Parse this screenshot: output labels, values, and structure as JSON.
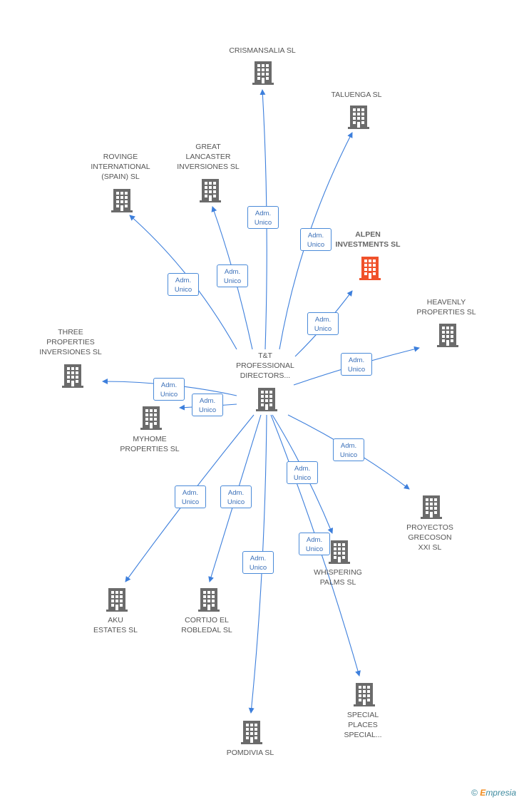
{
  "center": {
    "label": "T&T\nPROFESSIONAL\nDIRECTORS..."
  },
  "edge_label": "Adm.\nUnico",
  "nodes": [
    {
      "id": "crismansalia",
      "label": "CRISMANSALIA SL",
      "highlight": false
    },
    {
      "id": "taluenga",
      "label": "TALUENGA SL",
      "highlight": false
    },
    {
      "id": "great-lancaster",
      "label": "GREAT\nLANCASTER\nINVERSIONES SL",
      "highlight": false
    },
    {
      "id": "rovinge",
      "label": "ROVINGE\nINTERNATIONAL\n(SPAIN) SL",
      "highlight": false
    },
    {
      "id": "alpen",
      "label": "ALPEN\nINVESTMENTS SL",
      "highlight": true
    },
    {
      "id": "heavenly",
      "label": "HEAVENLY\nPROPERTIES SL",
      "highlight": false
    },
    {
      "id": "three-properties",
      "label": "THREE\nPROPERTIES\nINVERSIONES SL",
      "highlight": false
    },
    {
      "id": "myhome",
      "label": "MYHOME\nPROPERTIES SL",
      "highlight": false
    },
    {
      "id": "proyectos",
      "label": "PROYECTOS\nGRECOSON\nXXI SL",
      "highlight": false
    },
    {
      "id": "whispering",
      "label": "WHISPERING\nPALMS SL",
      "highlight": false
    },
    {
      "id": "aku",
      "label": "AKU\nESTATES SL",
      "highlight": false
    },
    {
      "id": "cortijo",
      "label": "CORTIJO EL\nROBLEDAL SL",
      "highlight": false
    },
    {
      "id": "pomdivia",
      "label": "POMDIVIA SL",
      "highlight": false
    },
    {
      "id": "special-places",
      "label": "SPECIAL\nPLACES\nSPECIAL...",
      "highlight": false
    }
  ],
  "colors": {
    "edge": "#3d7fdc",
    "building": "#6b6b6b",
    "highlight": "#f0512a"
  },
  "footer": {
    "copyright": "©",
    "brand_e": "E",
    "brand_rest": "mpresia"
  }
}
